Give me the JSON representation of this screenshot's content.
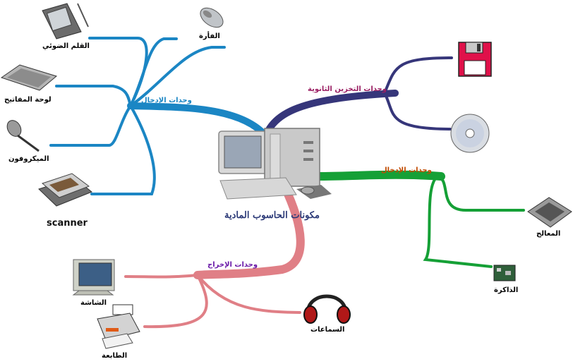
{
  "center": {
    "title": "مكونات الحاسوب المادية"
  },
  "branches": {
    "input_left": {
      "label": "وحدات الإدخال",
      "color": "#1b86c4"
    },
    "storage": {
      "label": "وحدات التخزين الثانوية",
      "color": "#9b1f63",
      "line_color": "#36367a"
    },
    "process": {
      "label": "وحدات الإدخال",
      "color": "#c14a00",
      "line_color": "#15a036"
    },
    "output": {
      "label": "وحدات الإخراج",
      "color": "#6a1aa8",
      "line_color": "#e07f86"
    }
  },
  "items": {
    "stylus": "القلم الضوئي",
    "mouse": "الفأرة",
    "keyboard": "لوحة المفاتيح",
    "microphone": "الميكروفون",
    "scanner": "scanner",
    "floppy": "",
    "cd": "",
    "processor": "المعالج",
    "memory": "الذاكرة",
    "monitor": "الشاشة",
    "printer": "الطابعة",
    "headphones": "السماعات"
  }
}
